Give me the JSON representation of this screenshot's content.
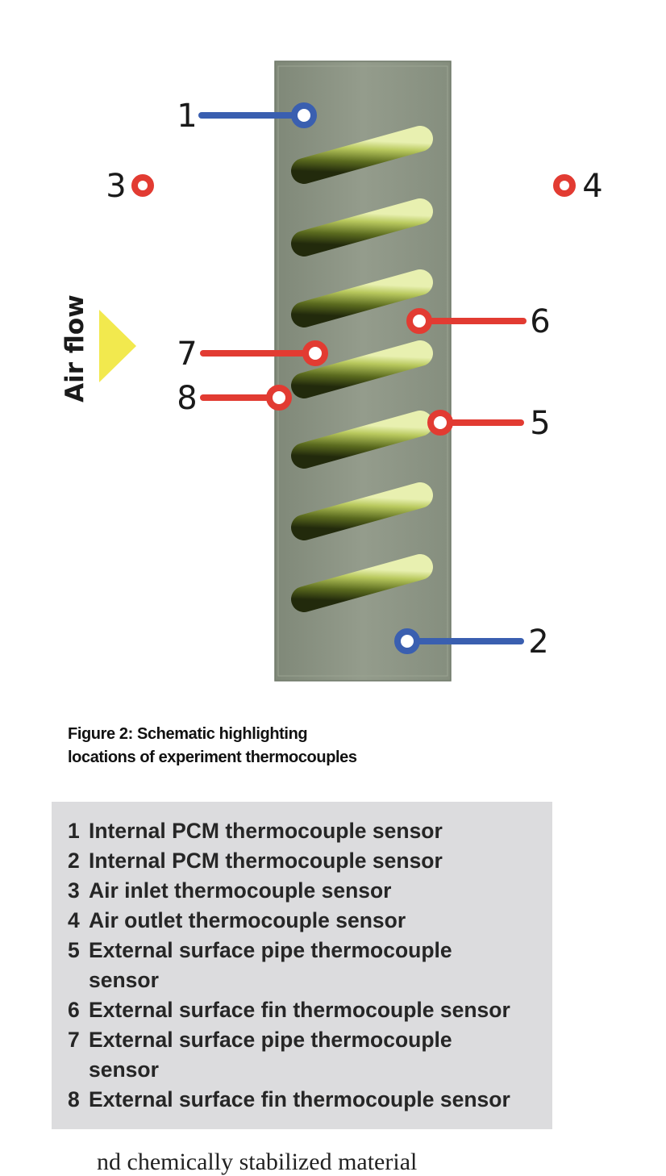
{
  "diagram": {
    "airflow_label": "Air flow",
    "markers": [
      {
        "num": "1",
        "color": "#3a5fb0"
      },
      {
        "num": "2",
        "color": "#3a5fb0"
      },
      {
        "num": "3",
        "color": "#e23b32"
      },
      {
        "num": "4",
        "color": "#e23b32"
      },
      {
        "num": "5",
        "color": "#e23b32"
      },
      {
        "num": "6",
        "color": "#e23b32"
      },
      {
        "num": "7",
        "color": "#e23b32"
      },
      {
        "num": "8",
        "color": "#e23b32"
      }
    ],
    "panel_color": "#8b9482",
    "fin_color": "#a8b84a",
    "arrow_color": "#f2e94e"
  },
  "caption": {
    "line1": "Figure 2:  Schematic highlighting",
    "line2": "locations of experiment thermocouples"
  },
  "legend": {
    "items": [
      {
        "num": "1",
        "text": "Internal PCM thermocouple sensor"
      },
      {
        "num": "2",
        "text": "Internal PCM thermocouple sensor"
      },
      {
        "num": "3",
        "text": "Air inlet thermocouple sensor"
      },
      {
        "num": "4",
        "text": "Air outlet thermocouple sensor"
      },
      {
        "num": "5",
        "text": "External surface pipe thermocouple sensor"
      },
      {
        "num": "6",
        "text": "External surface fin thermocouple sensor"
      },
      {
        "num": "7",
        "text": "External surface pipe thermocouple sensor"
      },
      {
        "num": "8",
        "text": "External surface fin thermocouple sensor"
      }
    ]
  },
  "partial_text": "nd chemically stabilized material"
}
